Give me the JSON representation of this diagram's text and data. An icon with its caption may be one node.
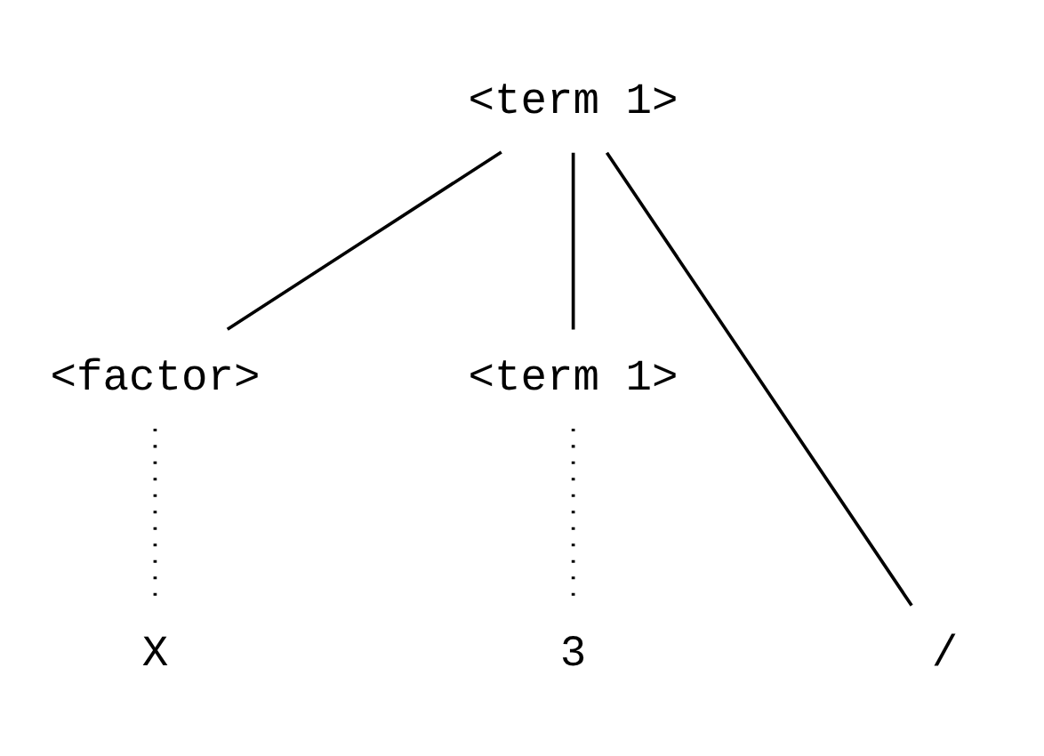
{
  "diagram": {
    "nodes": [
      {
        "text": [
          "<term 1>"
        ]
      },
      {
        "text": [
          "<factor>"
        ]
      },
      {
        "text": [
          "<term 1>"
        ]
      },
      {
        "text": [
          "X"
        ]
      },
      {
        "text": [
          "/"
        ]
      },
      {
        "text": [
          "3"
        ]
      }
    ],
    "edges": [
      {
        "from": 0,
        "to": 1,
        "arrow": "none"
      },
      {
        "from": 0,
        "to": 4,
        "arrow": "none"
      },
      {
        "from": 0,
        "to": 2,
        "arrow": "none"
      },
      {
        "from": 1,
        "to": 3,
        "arrow": "none",
        "style": "dashed"
      },
      {
        "from": 2,
        "to": 5,
        "arrow": "none",
        "style": "dashed"
      }
    ]
  }
}
